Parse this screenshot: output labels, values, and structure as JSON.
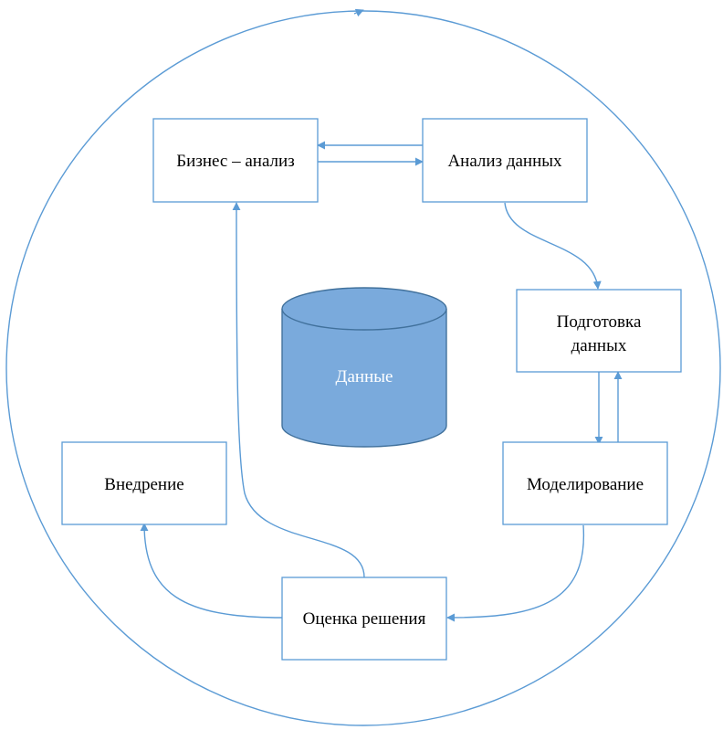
{
  "diagram": {
    "nodes": {
      "business_analysis": "Бизнес – анализ",
      "data_analysis": "Анализ данных",
      "data_preparation_line1": "Подготовка",
      "data_preparation_line2": "данных",
      "modeling": "Моделирование",
      "evaluation": "Оценка решения",
      "deployment": "Внедрение",
      "database": "Данные"
    },
    "colors": {
      "line": "#5b9bd5",
      "database_fill": "#7aaadc",
      "database_stroke": "#41719c",
      "box_border": "#5b9bd5"
    }
  }
}
